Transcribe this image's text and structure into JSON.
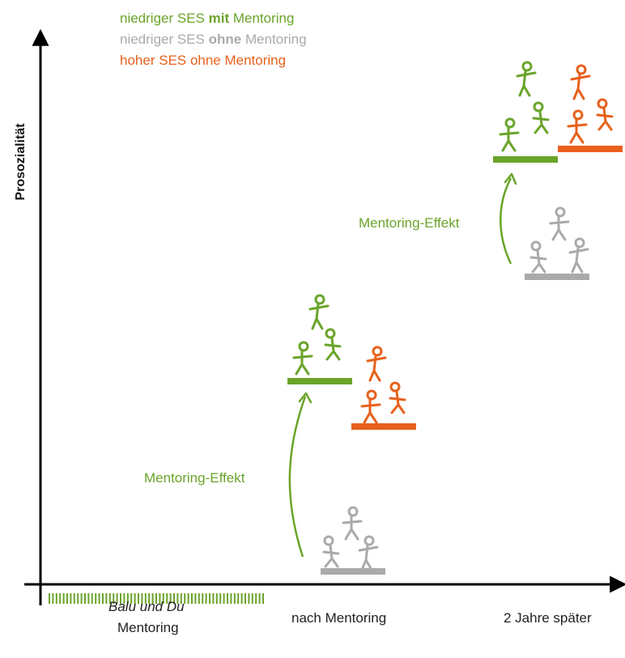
{
  "colors": {
    "mentored": "#6aa42a",
    "unmentored": "#aaaaaa",
    "high_ses": "#e8601c",
    "axis": "#000000",
    "text": "#222222"
  },
  "legend": {
    "mentored": {
      "pre": "niedriger SES ",
      "bold": "mit",
      "post": " Mentoring"
    },
    "unmentored": {
      "pre": "niedriger SES ",
      "bold": "ohne",
      "post": " Mentoring"
    },
    "high_ses": {
      "text": "hoher SES ohne Mentoring"
    }
  },
  "axis": {
    "y_label": "Prosozialität"
  },
  "x_labels": {
    "mentoring_period_line1": "Balu und Du",
    "mentoring_period_line2": "Mentoring",
    "after_mentoring": "nach Mentoring",
    "two_years_later": "2 Jahre später"
  },
  "annotations": {
    "effect_1": "Mentoring-Effekt",
    "effect_2": "Mentoring-Effekt"
  },
  "groups": [
    {
      "time": "nach Mentoring",
      "group": "niedriger SES mit Mentoring",
      "level": "mittel-hoch"
    },
    {
      "time": "nach Mentoring",
      "group": "hoher SES ohne Mentoring",
      "level": "mittel"
    },
    {
      "time": "nach Mentoring",
      "group": "niedriger SES ohne Mentoring",
      "level": "niedrig"
    },
    {
      "time": "2 Jahre später",
      "group": "niedriger SES mit Mentoring",
      "level": "hoch"
    },
    {
      "time": "2 Jahre später",
      "group": "hoher SES ohne Mentoring",
      "level": "hoch"
    },
    {
      "time": "2 Jahre später",
      "group": "niedriger SES ohne Mentoring",
      "level": "mittel"
    }
  ]
}
